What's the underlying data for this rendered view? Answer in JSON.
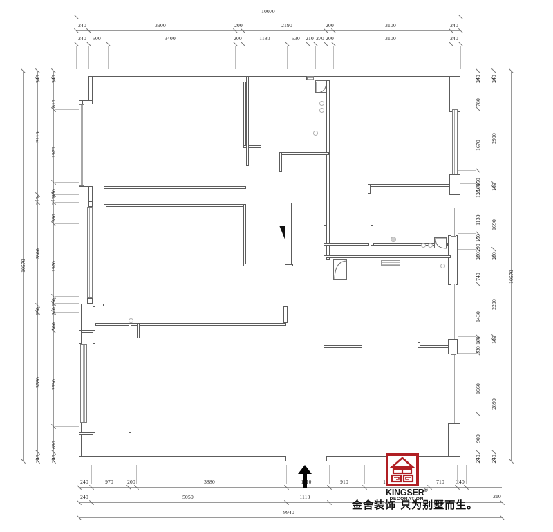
{
  "drawing": {
    "type": "architectural-floor-plan",
    "units": "mm",
    "overall_width": "10070",
    "overall_height": "10570",
    "bottom_overall": "9940"
  },
  "dimensions": {
    "top_overall": [
      "10070"
    ],
    "top_chain_1": [
      "240",
      "3900",
      "200",
      "2190",
      "200",
      "3100",
      "240"
    ],
    "top_chain_2": [
      "240",
      "500",
      "3400",
      "200",
      "1180",
      "530",
      "210",
      "270",
      "200",
      "3100",
      "240"
    ],
    "left_overall": [
      "10570"
    ],
    "left_chain_outer": [
      "240",
      "3110",
      "210",
      "2800",
      "190",
      "3780",
      "240"
    ],
    "left_chain_inner": [
      "240",
      "810",
      "1970",
      "330",
      "210",
      "590",
      "1970",
      "190",
      "240",
      "500",
      "2590",
      "690",
      "240"
    ],
    "right_overall": [
      "10570"
    ],
    "right_chain_inner": [
      "240",
      "780",
      "1670",
      "350",
      "100",
      "120",
      "1130",
      "150",
      "290",
      "210",
      "740",
      "1430",
      "100",
      "330",
      "1660",
      "900",
      "240"
    ],
    "right_chain_outer": [
      "240",
      "2900",
      "100",
      "1690",
      "210",
      "2200",
      "100",
      "2890",
      "240"
    ],
    "bottom_chain_1": [
      "240",
      "970",
      "200",
      "3880",
      "1110",
      "910",
      "1680",
      "710",
      "240"
    ],
    "bottom_chain_2": [
      "240",
      "5050",
      "1110",
      "210"
    ],
    "bottom_overall": [
      "9940"
    ]
  },
  "logo": {
    "brand": "KINGSER",
    "brand_mark": "®",
    "subtitle": "DECORATION",
    "seal_color": "#b01f24",
    "seal_characters": "金舍"
  },
  "slogan": {
    "text": "金舍装饰 只为别墅而生。"
  },
  "annotations": {
    "entry_arrow": "entry-direction-arrow"
  }
}
